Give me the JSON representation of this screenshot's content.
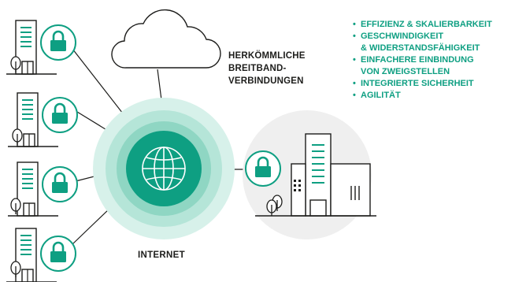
{
  "cloud_label": [
    "HERKÖMMLICHE",
    "BREITBAND-",
    "VERBINDUNGEN"
  ],
  "internet_label": "INTERNET",
  "features": [
    "EFFIZIENZ & SKALIERBARKEIT",
    "GESCHWINDIGKEIT",
    "& WIDERSTANDSFÄHIGKEIT",
    "EINFACHERE EINBINDUNG",
    "VON ZWEIGSTELLEN",
    "INTEGRIERTE SICHERHEIT",
    "AGILITÄT"
  ],
  "colors": {
    "accent": "#0e9f82",
    "halo_outer": "#d7f1ea",
    "halo_mid": "#b5e5d8",
    "halo_inner": "#8fd6c3",
    "grey_circle": "#efefef",
    "line": "#1d1d1b"
  },
  "icons": [
    "branch-building-icon",
    "padlock-icon",
    "cloud-icon",
    "globe-icon",
    "headquarters-building-icon",
    "tree-icon"
  ]
}
